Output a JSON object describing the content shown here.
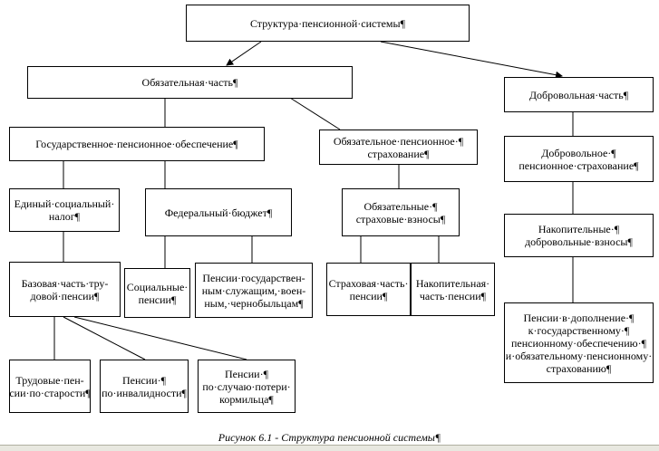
{
  "nodes": {
    "root": "Структура·пенсионной·системы¶",
    "mandatory": "Обязательная·часть¶",
    "voluntary": "Добровольная·часть¶",
    "state_provision": "Государственное·пенсионное·обеспечение¶",
    "mandatory_insurance": "Обязательное·пенсионное·¶\nстрахование¶",
    "voluntary_insurance": "Добровольное·¶\nпенсионное·страхование¶",
    "unified_tax": "Единый·социальный·\nналог¶",
    "federal_budget": "Федеральный·бюджет¶",
    "insurance_contributions": "Обязательные·¶\nстраховые·взносы¶",
    "funded_voluntary": "Накопительные·¶\nдобровольные·взносы¶",
    "basic_pension": "Базовая·часть·тру-\nдовой·пенсии¶",
    "social_pensions": "Социальные·\nпенсии¶",
    "state_pensions": "Пенсии·государствен-\nным·служащим,·воен-\nным,·чернобыльцам¶",
    "insurance_part": "Страховая·часть·\nпенсии¶",
    "funded_part": "Накопительная·\nчасть·пенсии¶",
    "supplement": "Пенсии·в·дополнение·¶\nк·государственному·¶\nпенсионному·обеспечению·¶\nи·обязательному·пенсионному·\nстрахованию¶",
    "old_age": "Трудовые·пен-\nсии·по·старости¶",
    "disability": "Пенсии·¶\nпо·инвалидности¶",
    "survivor": "Пенсии·¶\nпо·случаю·потери·\nкормильца¶"
  },
  "caption": "Рисунок 6.1 - Структура пенсионной системы¶"
}
